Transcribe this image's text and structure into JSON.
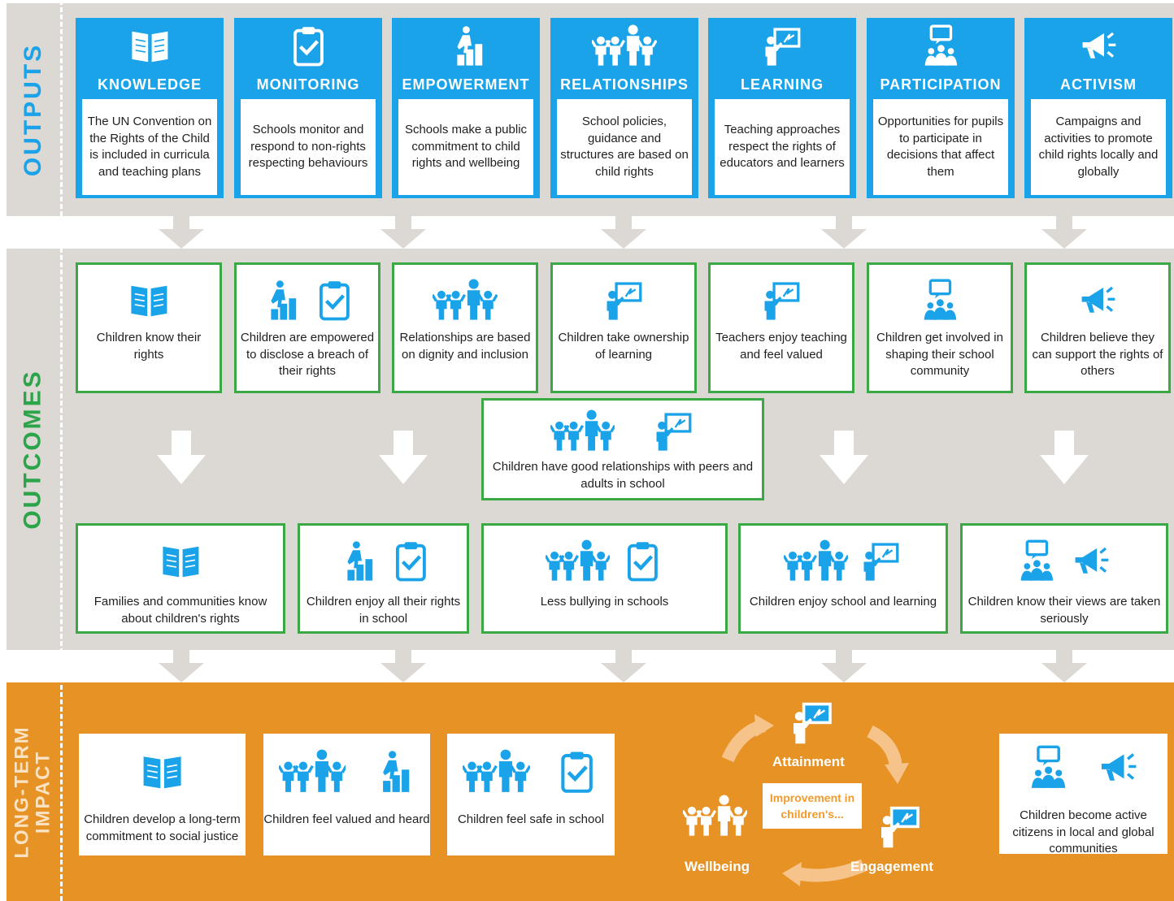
{
  "labels": {
    "outputs": "OUTPUTS",
    "outcomes": "OUTCOMES",
    "impact_line1": "LONG-TERM",
    "impact_line2": "IMPACT"
  },
  "outputs": [
    {
      "title": "KNOWLEDGE",
      "text": "The UN Convention on the Rights of the Child is included in curricula and teaching plans",
      "icon": "book-icon"
    },
    {
      "title": "MONITORING",
      "text": "Schools monitor and respond to non-rights respecting behaviours",
      "icon": "clipboard-check-icon"
    },
    {
      "title": "EMPOWERMENT",
      "text": "Schools make a public commitment to child rights and wellbeing",
      "icon": "climbing-steps-icon"
    },
    {
      "title": "RELATIONSHIPS",
      "text": "School policies, guidance and structures are based on child rights",
      "icon": "family-group-icon"
    },
    {
      "title": "LEARNING",
      "text": "Teaching approaches respect the rights of educators and learners",
      "icon": "teacher-board-icon"
    },
    {
      "title": "PARTICIPATION",
      "text": "Opportunities for pupils to participate in decisions that affect them",
      "icon": "speech-group-icon"
    },
    {
      "title": "ACTIVISM",
      "text": "Campaigns and activities to promote child rights locally and globally",
      "icon": "megaphone-icon"
    }
  ],
  "outcomes_row1": [
    {
      "text": "Children know their rights",
      "icons": [
        "book-icon"
      ]
    },
    {
      "text": "Children are empowered to disclose a breach of their rights",
      "icons": [
        "climbing-steps-icon",
        "clipboard-check-icon"
      ]
    },
    {
      "text": "Relationships are based on dignity and inclusion",
      "icons": [
        "family-group-icon"
      ]
    },
    {
      "text": "Children take ownership of learning",
      "icons": [
        "teacher-board-icon"
      ]
    },
    {
      "text": "Teachers enjoy teaching and feel valued",
      "icons": [
        "teacher-board-icon"
      ]
    },
    {
      "text": "Children get involved in shaping their school community",
      "icons": [
        "speech-group-icon"
      ]
    },
    {
      "text": "Children believe they can support the rights of others",
      "icons": [
        "megaphone-icon"
      ]
    }
  ],
  "outcomes_middle": {
    "text": "Children have good relationships with peers and adults in school",
    "icons": [
      "family-group-icon",
      "teacher-board-icon"
    ]
  },
  "outcomes_row3": [
    {
      "text": "Families and communities know about children's rights",
      "icons": [
        "book-icon"
      ]
    },
    {
      "text": "Children enjoy all their rights in school",
      "icons": [
        "climbing-steps-icon",
        "clipboard-check-icon"
      ]
    },
    {
      "text": "Less bullying in schools",
      "icons": [
        "family-group-icon",
        "clipboard-check-icon"
      ]
    },
    {
      "text": "Children enjoy school and learning",
      "icons": [
        "family-group-icon",
        "teacher-board-icon"
      ]
    },
    {
      "text": "Children know their views are taken seriously",
      "icons": [
        "speech-group-icon",
        "megaphone-icon"
      ]
    }
  ],
  "impact": [
    {
      "text": "Children develop a long-term commitment to social justice",
      "icons": [
        "book-icon"
      ]
    },
    {
      "text": "Children feel valued and heard",
      "icons": [
        "family-group-icon",
        "climbing-steps-icon"
      ]
    },
    {
      "text": "Children feel safe in school",
      "icons": [
        "family-group-icon",
        "clipboard-check-icon"
      ]
    },
    {
      "text": "Children become active citizens in local and global communities",
      "icons": [
        "speech-group-icon",
        "megaphone-icon"
      ]
    }
  ],
  "cycle": {
    "attainment": "Attainment",
    "engagement": "Engagement",
    "wellbeing": "Wellbeing",
    "improvement": "Improvement in children's..."
  },
  "colors": {
    "outputs": "#1aa3e8",
    "outcomes": "#3aa845",
    "impact": "#e69224",
    "band": "#dcd8d4",
    "icon": "#1aa3e8"
  }
}
